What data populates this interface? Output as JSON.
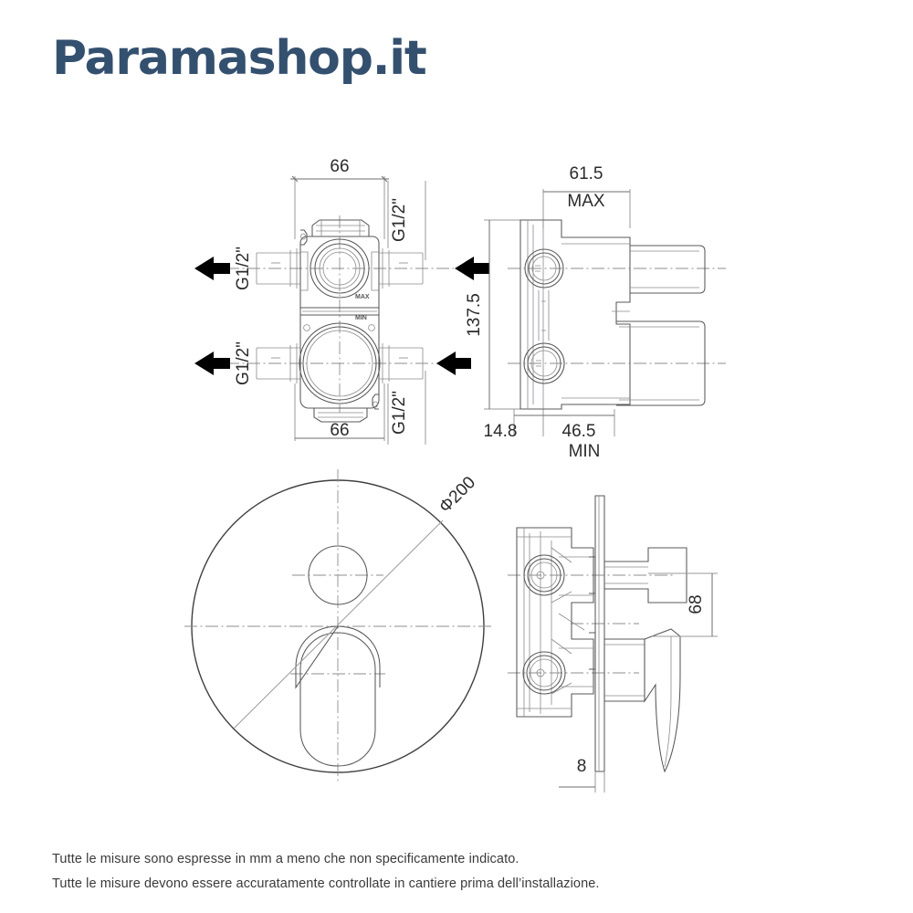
{
  "brand": {
    "name": "Paramashop.it",
    "color": "#34506f"
  },
  "notes": {
    "line1": "Tutte le misure sono espresse in mm a meno che non specificamente indicato.",
    "line2": "Tutte le misure devono essere accuratamente controllate in cantiere prima dell’installazione."
  },
  "views": {
    "front": {
      "name": "front-view",
      "dimensions": {
        "width_top": "66",
        "width_bottom": "66"
      },
      "ports": {
        "top_left": "G1/2\"",
        "top_right": "G1/2\"",
        "bottom_left": "G1/2\"",
        "bottom_right": "G1/2\""
      },
      "flow_arrows": {
        "top_left": "out-left",
        "top_right": "out-right",
        "bottom_left": "in-right",
        "bottom_right": "in-left"
      },
      "body_marks": {
        "max": "MAX",
        "min": "MIN"
      }
    },
    "side": {
      "name": "side-view",
      "dimensions": {
        "depth_max_value": "61.5",
        "depth_max_label": "MAX",
        "height": "137.5",
        "flange": "14.8",
        "depth_min_value": "46.5",
        "depth_min_label": "MIN"
      }
    },
    "plate": {
      "name": "plate-front-view",
      "dimensions": {
        "diameter": "Φ200"
      }
    },
    "assembly": {
      "name": "assembly-side-view",
      "dimensions": {
        "handle_height": "68",
        "plate_thickness": "8"
      }
    }
  }
}
